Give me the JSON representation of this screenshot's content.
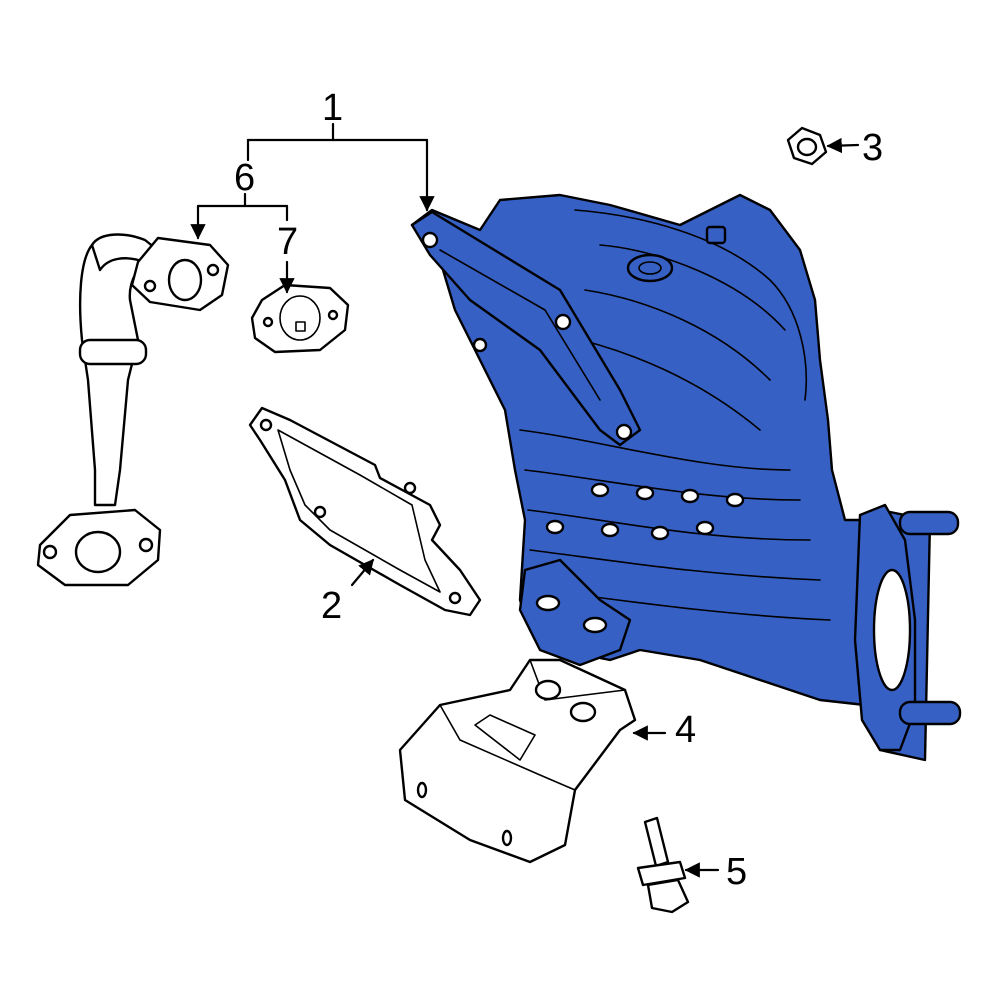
{
  "diagram": {
    "highlight_color": "#3660c4",
    "outline_color": "#000000",
    "background_color": "#ffffff",
    "callouts": [
      {
        "id": "1",
        "label": "1"
      },
      {
        "id": "2",
        "label": "2"
      },
      {
        "id": "3",
        "label": "3"
      },
      {
        "id": "4",
        "label": "4"
      },
      {
        "id": "5",
        "label": "5"
      },
      {
        "id": "6",
        "label": "6"
      },
      {
        "id": "7",
        "label": "7"
      }
    ]
  }
}
